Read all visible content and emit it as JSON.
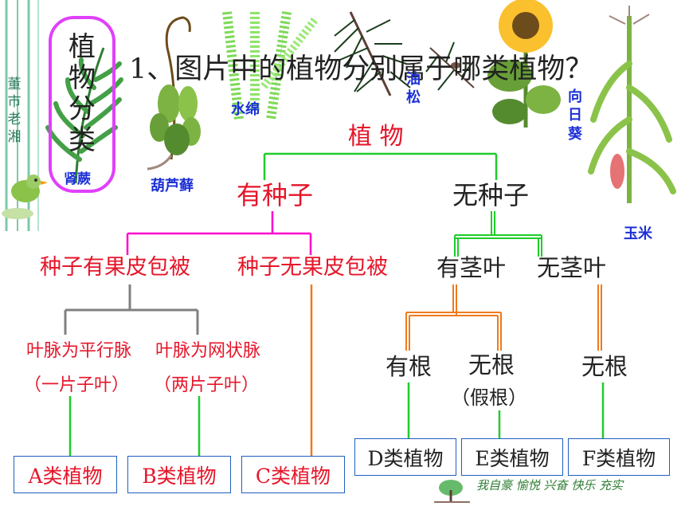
{
  "title": "1、图片中的植物分别属于哪类植物？",
  "side_banner_text": "植物分类",
  "plant_labels": {
    "fern": "肾蕨",
    "moss": "葫芦藓",
    "alga": "水绵",
    "pine": "油松",
    "sunflower": "向日葵",
    "corn": "玉米"
  },
  "tree": {
    "root": "植 物",
    "with_seeds": "有种子",
    "without_seeds": "无种子",
    "seed_covered": "种子有果皮包被",
    "seed_naked": "种子无果皮包被",
    "has_stem_leaf": "有茎叶",
    "no_stem_leaf": "无茎叶",
    "parallel_vein": "叶脉为平行脉",
    "parallel_vein_note": "（一片子叶）",
    "net_vein": "叶脉为网状脉",
    "net_vein_note": "（两片子叶）",
    "has_root": "有根",
    "no_root_pseudo": "无根",
    "pseudo_root_note": "（假根）",
    "no_root": "无根"
  },
  "categories": {
    "A": "A类植物",
    "B": "B类植物",
    "C": "C类植物",
    "D": "D类植物",
    "E": "E类植物",
    "F": "F类植物"
  },
  "footer_slogan": "我自豪 愉悦 兴奋 快乐 充实",
  "left_brand": "董市老湘",
  "colors": {
    "red_text": "#e5162a",
    "blue_text": "#1a2fd6",
    "green_line": "#1fcc2a",
    "magenta_line": "#ff00cc",
    "gray_line": "#808080",
    "orange_line": "#f07a1a",
    "box_border": "#1f5fbf"
  }
}
